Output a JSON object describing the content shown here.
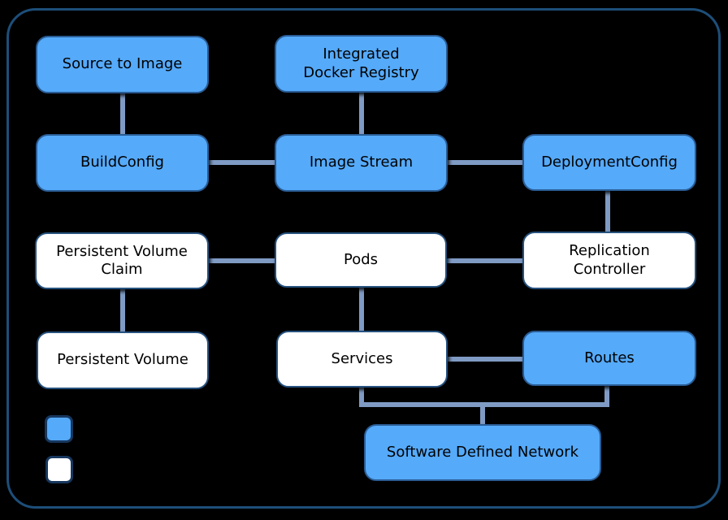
{
  "colors": {
    "background": "#000000",
    "frame_border": "#1d4e79",
    "node_blue": "#55aafa",
    "node_blue_border": "#2a5c94",
    "node_white": "#ffffff",
    "node_white_border": "#27527f",
    "connector": "#7f9bc4",
    "legend_border": "#17375e",
    "text": "#000000"
  },
  "nodes": {
    "source_to_image": {
      "label": "Source to Image",
      "style": "blue"
    },
    "integrated_docker_registry": {
      "label": "Integrated\nDocker Registry",
      "style": "blue"
    },
    "buildconfig": {
      "label": "BuildConfig",
      "style": "blue"
    },
    "image_stream": {
      "label": "Image Stream",
      "style": "blue"
    },
    "deploymentconfig": {
      "label": "DeploymentConfig",
      "style": "blue"
    },
    "persistent_volume_claim": {
      "label": "Persistent Volume\nClaim",
      "style": "white"
    },
    "pods": {
      "label": "Pods",
      "style": "white"
    },
    "replication_controller": {
      "label": "Replication\nController",
      "style": "white"
    },
    "persistent_volume": {
      "label": "Persistent Volume",
      "style": "white"
    },
    "services": {
      "label": "Services",
      "style": "white"
    },
    "routes": {
      "label": "Routes",
      "style": "blue"
    },
    "software_defined_network": {
      "label": "Software Defined Network",
      "style": "blue"
    }
  },
  "legend": {
    "swatches": [
      {
        "name": "blue-swatch",
        "color": "#55aafa"
      },
      {
        "name": "white-swatch",
        "color": "#ffffff"
      }
    ]
  }
}
